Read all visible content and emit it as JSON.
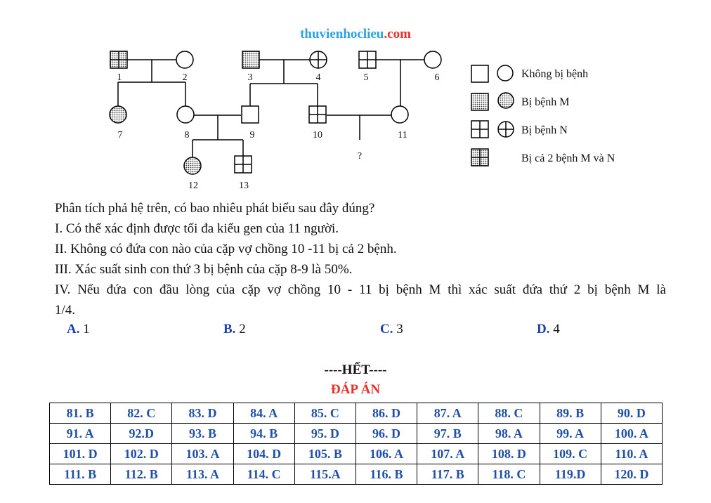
{
  "site": {
    "name_part1": "thuvienhoclieu",
    "name_part2": ".com"
  },
  "pedigree": {
    "labels": {
      "i1": "1",
      "i2": "2",
      "i3": "3",
      "i4": "4",
      "i5": "5",
      "i6": "6",
      "i7": "7",
      "i8": "8",
      "i9": "9",
      "i10": "10",
      "i11": "11",
      "i12": "12",
      "i13": "13",
      "unknown": "?"
    },
    "legend": {
      "healthy": "Không bị bệnh",
      "disease_m": "Bị bệnh M",
      "disease_n": "Bị bệnh N",
      "both": "Bị cả 2 bệnh M và N"
    }
  },
  "question": {
    "stem": "Phân tích phả hệ trên, có bao nhiêu phát biểu sau đây đúng?",
    "s1": "I. Có thể xác định được tối đa kiểu gen của 11 người.",
    "s2": "II. Không có đứa con nào của cặp vợ chồng 10 -11 bị cả 2 bệnh.",
    "s3": "III. Xác suất sinh con thứ 3 bị bệnh của cặp 8-9 là 50%.",
    "s4a": "IV. Nếu đứa con đầu lòng của cặp vợ chồng 10 - 11 bị bệnh M thì xác suất đứa thứ 2 bị bệnh M là",
    "s4b": "1/4.",
    "options": [
      {
        "letter": "A.",
        "value": "1"
      },
      {
        "letter": "B.",
        "value": "2"
      },
      {
        "letter": "C.",
        "value": "3"
      },
      {
        "letter": "D.",
        "value": "4"
      }
    ]
  },
  "end_marker": "----HẾT----",
  "answer_title": "ĐÁP ÁN",
  "answers": [
    [
      "81. B",
      "82. C",
      "83. D",
      "84. A",
      "85. C",
      "86. D",
      "87. A",
      "88. C",
      "89. B",
      "90. D"
    ],
    [
      "91. A",
      "92.D",
      "93. B",
      "94. B",
      "95. D",
      "96. D",
      "97. B",
      "98. A",
      "99. A",
      "100. A"
    ],
    [
      "101. D",
      "102. D",
      "103. A",
      "104. D",
      "105. B",
      "106. A",
      "107. A",
      "108. D",
      "109. C",
      "110. A"
    ],
    [
      "111. B",
      "112. B",
      "113. A",
      "114. C",
      "115.A",
      "116. B",
      "117. B",
      "118. C",
      "119.D",
      "120. D"
    ]
  ]
}
